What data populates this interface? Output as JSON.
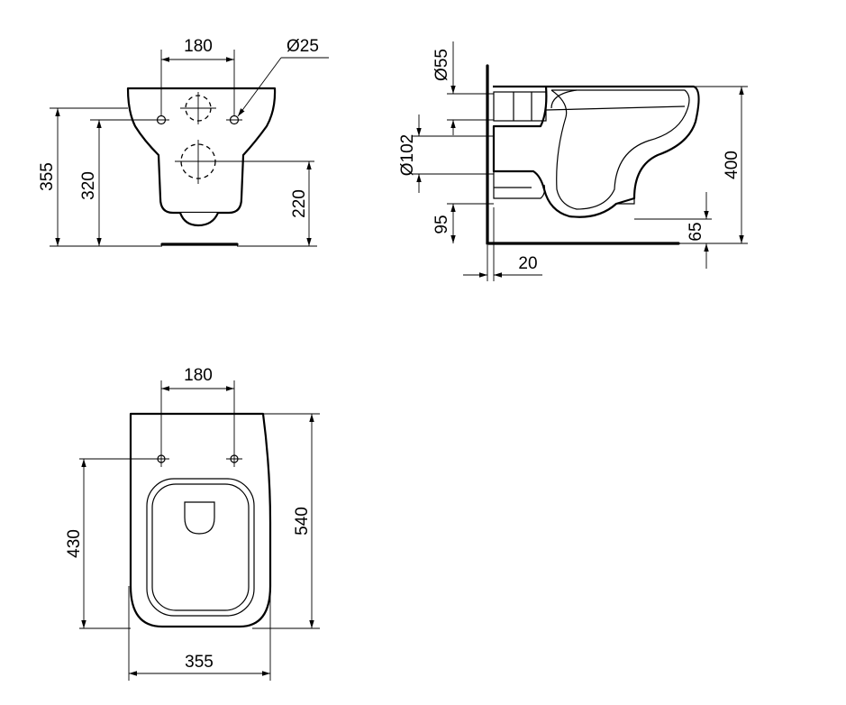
{
  "front_view": {
    "dim_bolt_spacing": "180",
    "dim_bolt_diameter": "Ø25",
    "dim_total_height": "355",
    "dim_bolt_height": "320",
    "dim_outlet_height": "220"
  },
  "side_view": {
    "dim_inlet_diameter": "Ø55",
    "dim_outlet_diameter": "Ø102",
    "dim_outlet_bottom": "95",
    "dim_total_height": "400",
    "dim_foot_height": "65",
    "dim_wall_offset": "20"
  },
  "top_view": {
    "dim_bolt_spacing": "180",
    "dim_bolt_depth": "430",
    "dim_total_depth": "540",
    "dim_width": "355"
  }
}
